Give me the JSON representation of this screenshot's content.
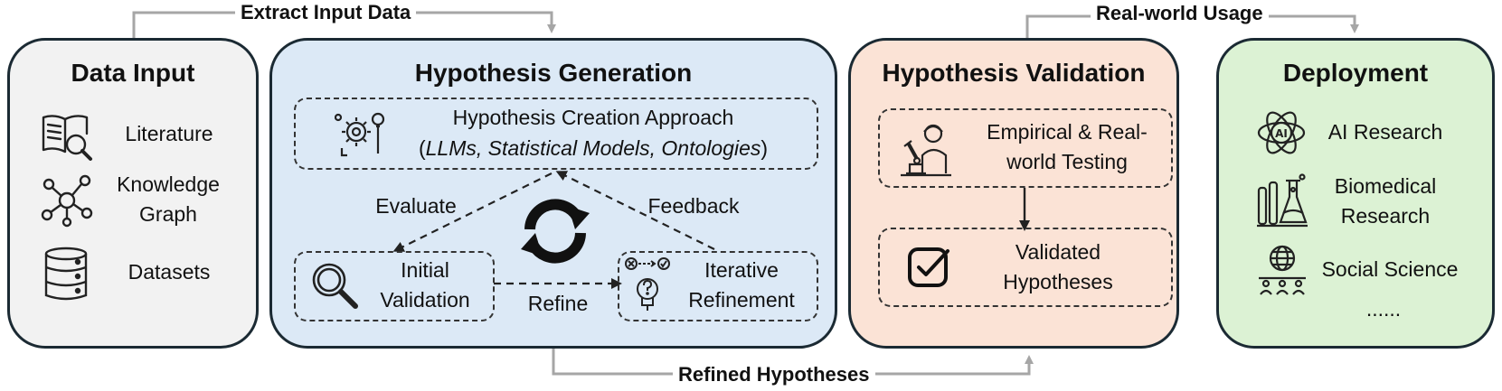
{
  "flows": {
    "extract": "Extract Input Data",
    "usage": "Real-world Usage",
    "refined": "Refined Hypotheses"
  },
  "data_input": {
    "title": "Data Input",
    "items": [
      "Literature",
      "Knowledge Graph",
      "Datasets"
    ],
    "item_lines": [
      [
        "Literature"
      ],
      [
        "Knowledge",
        "Graph"
      ],
      [
        "Datasets"
      ]
    ]
  },
  "generation": {
    "title": "Hypothesis Generation",
    "approach_title": "Hypothesis Creation Approach",
    "approach_models": "LLMs, Statistical Models, Ontologies",
    "evaluate": "Evaluate",
    "feedback": "Feedback",
    "refine": "Refine",
    "initial_validation": [
      "Initial",
      "Validation"
    ],
    "iterative_refinement": [
      "Iterative",
      "Refinement"
    ]
  },
  "validation": {
    "title": "Hypothesis Validation",
    "testing": [
      "Empirical & Real-",
      "world Testing"
    ],
    "validated": [
      "Validated",
      "Hypotheses"
    ]
  },
  "deployment": {
    "title": "Deployment",
    "items": [
      "AI Research",
      "Biomedical Research",
      "Social Science",
      "......"
    ],
    "item_lines": [
      [
        "AI Research"
      ],
      [
        "Biomedical",
        "Research"
      ],
      [
        "Social Science"
      ],
      [
        "......"
      ]
    ]
  },
  "colors": {
    "data_input_bg": "#f2f2f2",
    "generation_bg": "#dce9f6",
    "validation_bg": "#fbe3d6",
    "deployment_bg": "#dcf2d4",
    "connector": "#a6a6a6",
    "border": "#1b2a33"
  },
  "icons": {
    "literature": "open-book-magnifier-icon",
    "knowledge_graph": "network-graph-icon",
    "datasets": "database-icon",
    "approach": "gears-bulb-icon",
    "cycle": "refresh-cycle-icon",
    "initial_validation": "magnifier-icon",
    "iterative_refinement": "question-flow-icon",
    "testing": "scientist-microscope-icon",
    "validated": "checkbox-icon",
    "ai_research": "ai-chip-icon",
    "biomedical": "lab-flasks-icon",
    "social_science": "globe-people-icon"
  }
}
